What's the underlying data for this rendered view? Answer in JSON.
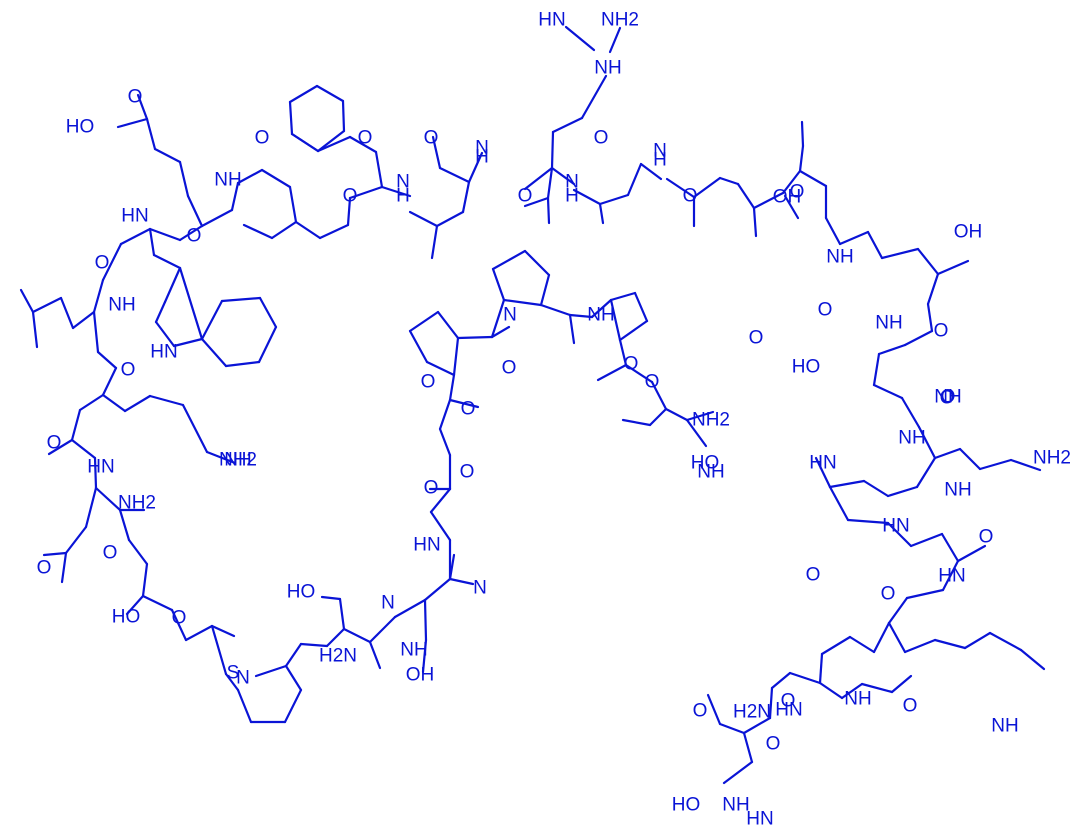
{
  "colors": {
    "ink": "#0a14d6",
    "background": "#ffffff"
  },
  "labels": [
    "HN",
    "NH2",
    "NH",
    "HO",
    "O",
    "O",
    "O",
    "O",
    "O",
    "O",
    "N",
    "N",
    "N",
    "N",
    "H",
    "H",
    "H",
    "H",
    "NH",
    "O",
    "O",
    "HN",
    "O",
    "O",
    "OH",
    "O",
    "NH",
    "O",
    "OH",
    "NH",
    "O",
    "O",
    "O",
    "NH",
    "O",
    "HO",
    "HN",
    "O",
    "O",
    "NH2",
    "NH",
    "O",
    "N",
    "NH",
    "O",
    "O",
    "NH2",
    "NH",
    "HN",
    "O",
    "NH2",
    "HO",
    "HN",
    "O",
    "O",
    "NH",
    "O",
    "O",
    "HN",
    "N",
    "N",
    "N",
    "S",
    "NH2",
    "NH",
    "O",
    "HO",
    "O",
    "HO",
    "NH",
    "H2N",
    "OH",
    "NH",
    "HN",
    "O",
    "O",
    "HN",
    "NH",
    "O",
    "O",
    "NH",
    "HN",
    "O",
    "H2N",
    "O",
    "O",
    "HO",
    "NH",
    "HN",
    "O",
    "NH2"
  ]
}
